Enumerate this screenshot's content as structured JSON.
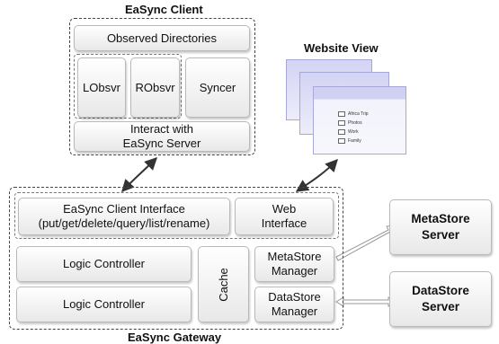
{
  "client": {
    "title": "EaSync Client",
    "observed_directories": "Observed Directories",
    "lobsvr": "LObsvr",
    "robsvr": "RObsvr",
    "syncer": "Syncer",
    "interact": "Interact with\nEaSync Server"
  },
  "website": {
    "title": "Website View",
    "items": [
      "Africa Trip",
      "Photos",
      "Work",
      "Family"
    ]
  },
  "gateway": {
    "title": "EaSync Gateway",
    "client_interface": "EaSync Client Interface\n(put/get/delete/query/list/rename)",
    "web_interface": "Web\nInterface",
    "logic_controller_1": "Logic Controller",
    "logic_controller_2": "Logic Controller",
    "cache": "Cache",
    "metastore_manager": "MetaStore\nManager",
    "datastore_manager": "DataStore\nManager"
  },
  "servers": {
    "metastore": "MetaStore\nServer",
    "datastore": "DataStore\nServer"
  }
}
